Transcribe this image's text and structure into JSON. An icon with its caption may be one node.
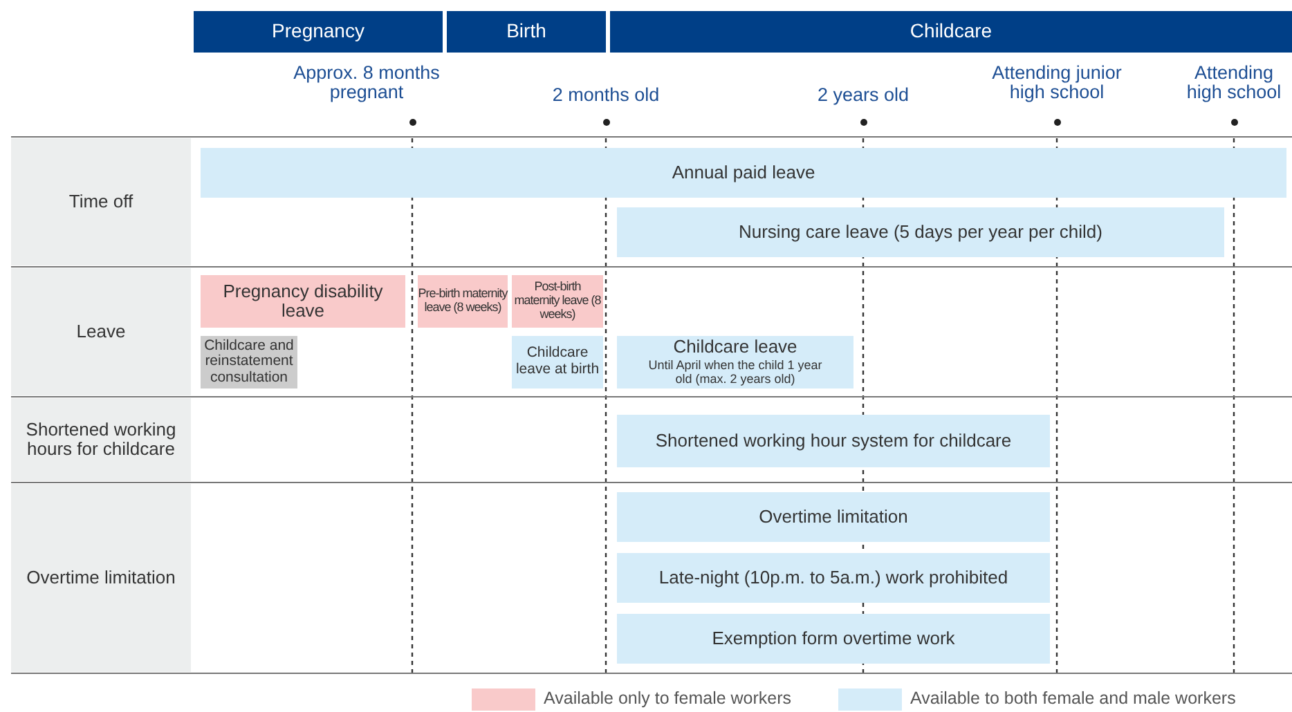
{
  "diagram": {
    "nodes": [
      {
        "text": [
          "Pregnancy"
        ]
      },
      {
        "text": [
          "Birth"
        ]
      },
      {
        "text": [
          "Childcare"
        ]
      },
      {
        "text": [
          "Time off"
        ]
      },
      {
        "text": [
          "Annual paid leave"
        ]
      },
      {
        "text": [
          "Nursing care leave (5 days per year per child)"
        ]
      },
      {
        "text": [
          "Leave"
        ]
      },
      {
        "text": [
          "Pregnancy disability leave"
        ]
      },
      {
        "text": [
          "Pre-birth maternity leave (8 weeks)"
        ]
      },
      {
        "text": [
          "Post-birth maternity leave (8 weeks)"
        ]
      },
      {
        "text": [
          "Childcare and reinstatement consultation"
        ]
      },
      {
        "text": [
          "Childcare leave at birth"
        ]
      },
      {
        "text": [
          "Childcare leave",
          "Until April when the child 1 year old (max. 2 years old)"
        ]
      },
      {
        "text": [
          "Shortened working hours for childcare"
        ]
      },
      {
        "text": [
          "Shortened working hour system for childcare"
        ]
      },
      {
        "text": [
          "Overtime limitation"
        ]
      },
      {
        "text": [
          "Overtime limitation"
        ]
      },
      {
        "text": [
          "Late-night (10p.m. to 5a.m.) work prohibited"
        ]
      },
      {
        "text": [
          "Exemption form overtime work"
        ]
      }
    ],
    "labels": [
      "Approx. 8 months pregnant",
      "2 months old",
      "2 years old",
      "Attending junior high school",
      "Attending high school"
    ],
    "legend": [
      {
        "text": "Available only to female workers",
        "color": "#f9caca"
      },
      {
        "text": "Available to both female and male workers",
        "color": "#d5ecf9"
      }
    ]
  }
}
